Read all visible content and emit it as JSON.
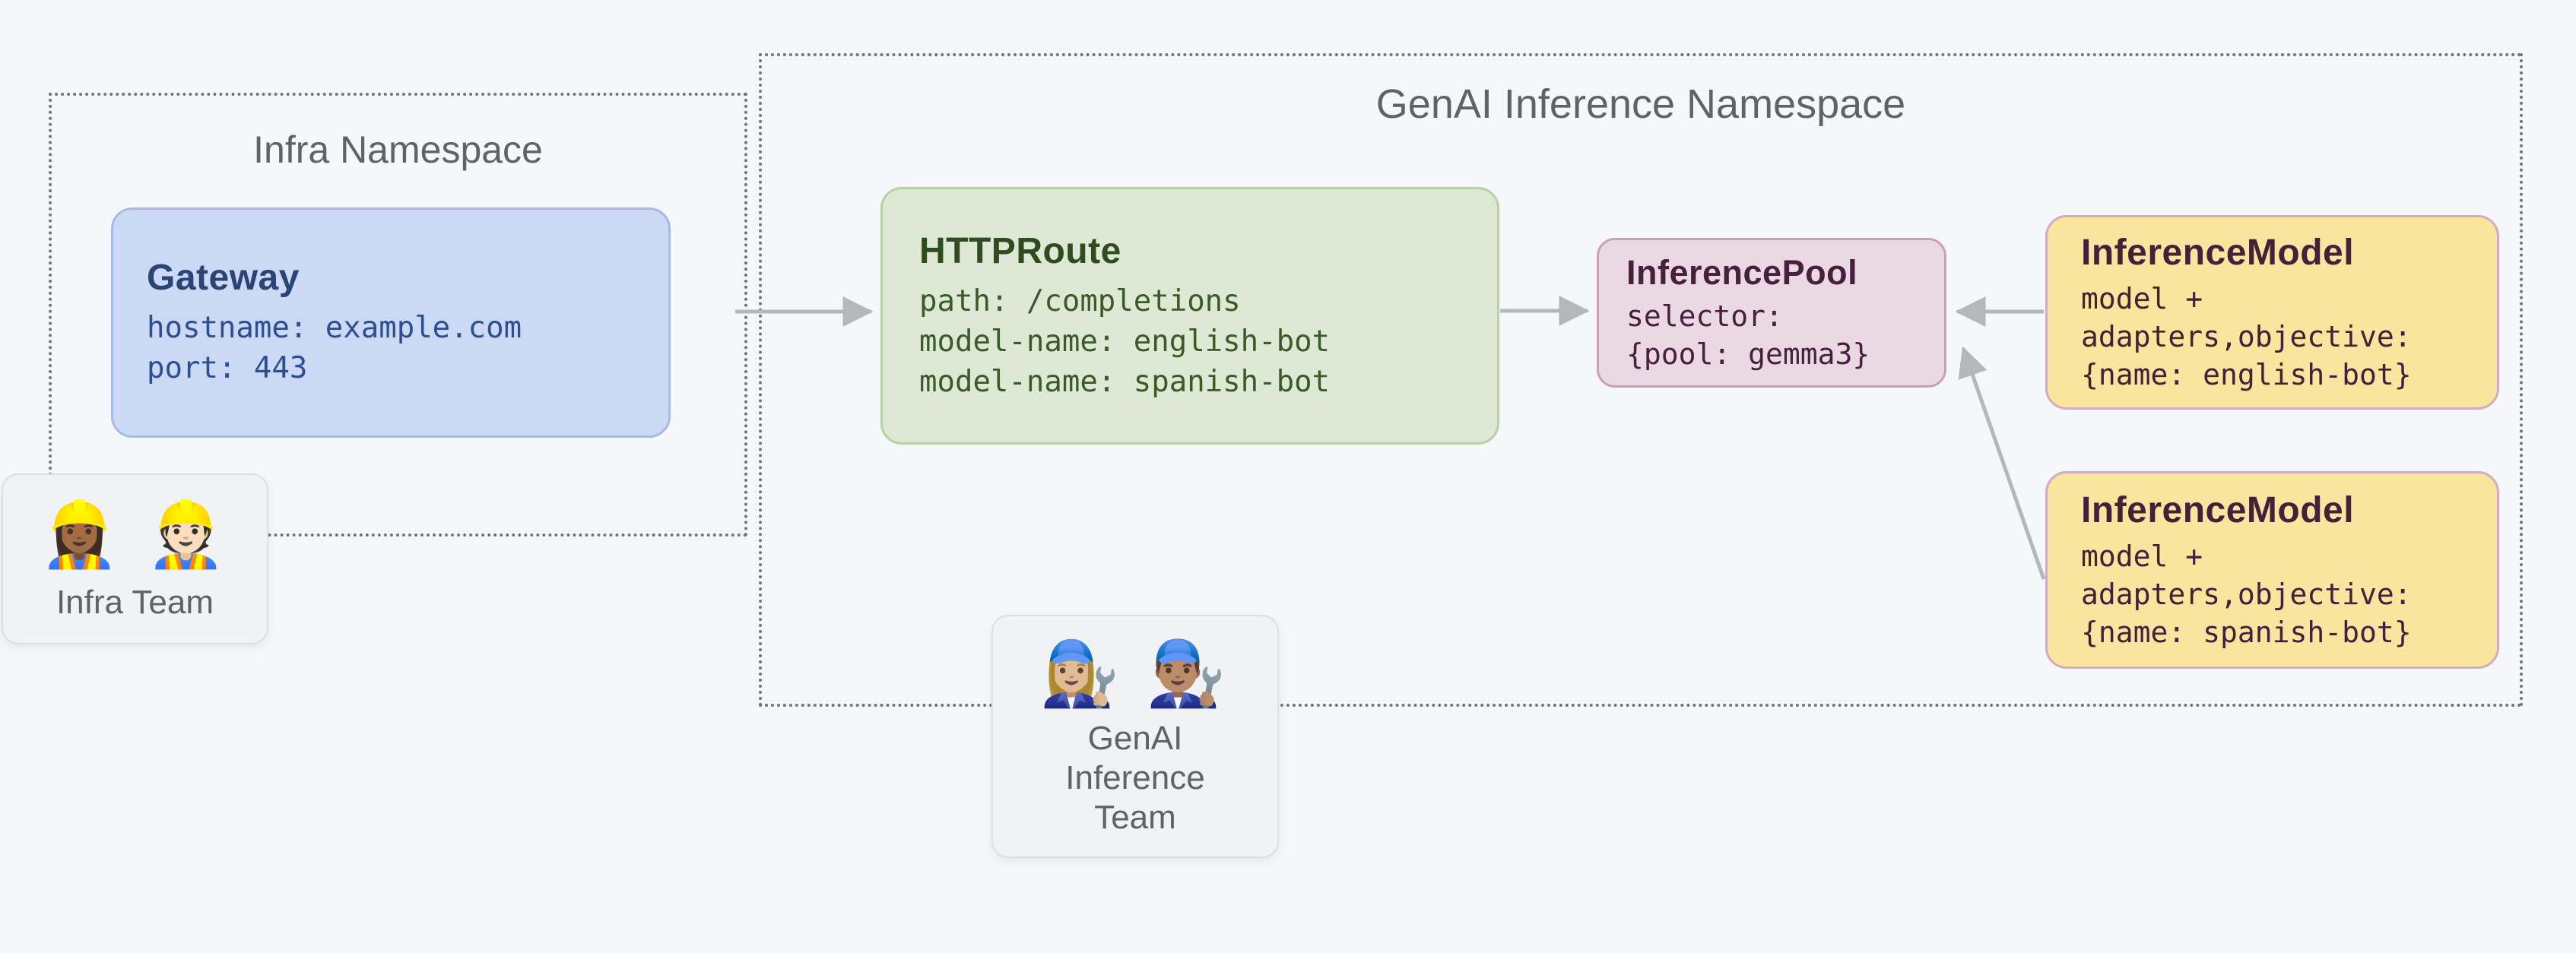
{
  "canvas": {
    "background": "#f6f7f9"
  },
  "namespaces": {
    "infra": {
      "title": "Infra Namespace"
    },
    "genai": {
      "title": "GenAI Inference Namespace"
    }
  },
  "nodes": {
    "gateway": {
      "title": "Gateway",
      "lines": [
        "hostname: example.com",
        "port: 443"
      ]
    },
    "httproute": {
      "title": "HTTPRoute",
      "lines": [
        "path: /completions",
        "model-name: english-bot",
        "model-name: spanish-bot"
      ]
    },
    "inference_pool": {
      "title": "InferencePool",
      "lines": [
        "selector:",
        "{pool: gemma3}"
      ]
    },
    "inference_model_english": {
      "title": "InferenceModel",
      "lines": [
        "model +",
        "adapters,objective:",
        "{name: english-bot}"
      ]
    },
    "inference_model_spanish": {
      "title": "InferenceModel",
      "lines": [
        "model +",
        "adapters,objective:",
        "{name: spanish-bot}"
      ]
    }
  },
  "teams": {
    "infra": {
      "emojis": "👷🏾‍♀️ 👷🏻",
      "label": "Infra Team"
    },
    "genai": {
      "emojis": "👩🏼‍🔧 👨🏽‍🔧",
      "label_lines": [
        "GenAI",
        "Inference",
        "Team"
      ]
    }
  },
  "colors": {
    "page-bg": "#f6f7f9",
    "ns-border": "#70757a",
    "ns-title": "#5f6368",
    "gateway-fill": "#ccd9f4",
    "gateway-border": "#a5bbe6",
    "gateway-title": "#2a4575",
    "gateway-text": "#2d4f8f",
    "route-fill": "#dde9d4",
    "route-border": "#b7d1a6",
    "route-title": "#2e4c1d",
    "route-text": "#3a5a28",
    "pool-fill": "#ead9e2",
    "pool-border": "#c9a0b8",
    "pool-text": "#46203d",
    "model-fill": "#fae49e",
    "model-border": "#d3abc4",
    "model-text": "#44203a",
    "team-fill": "#f1f2f4",
    "team-border": "#dcdee1",
    "team-text": "#5f6368",
    "arrow": "#b4b7bc"
  }
}
